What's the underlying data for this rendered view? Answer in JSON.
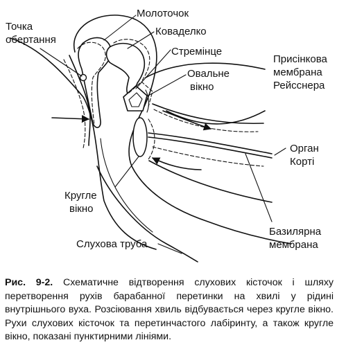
{
  "labels": {
    "pivot_point": [
      "Точка",
      "обертання"
    ],
    "malleus": "Молоточок",
    "incus": "Коваделко",
    "stapes": "Стремінце",
    "oval_window": [
      "Овальне",
      "вікно"
    ],
    "reissner_membrane": [
      "Присінкова",
      "мембрана",
      "Рейсснера"
    ],
    "organ_of_corti": [
      "Орган",
      "Корті"
    ],
    "round_window": [
      "Кругле",
      "вікно"
    ],
    "basilar_membrane": [
      "Базилярна",
      "мембрана"
    ],
    "eustachian_tube": "Слухова труба"
  },
  "caption": {
    "figure_number": "Рис. 9-2.",
    "text": "Схематичне відтворення слухових кісточок і шляху перетворення рухів барабанної перетинки на хвилі у рідині внутрішнього вуха. Розсіювання хвиль відбувається через кругле вікно. Рухи слухових кісточок та перетинчастого лабіринту, а також кругле вікно, показані пунктирними лініями."
  }
}
